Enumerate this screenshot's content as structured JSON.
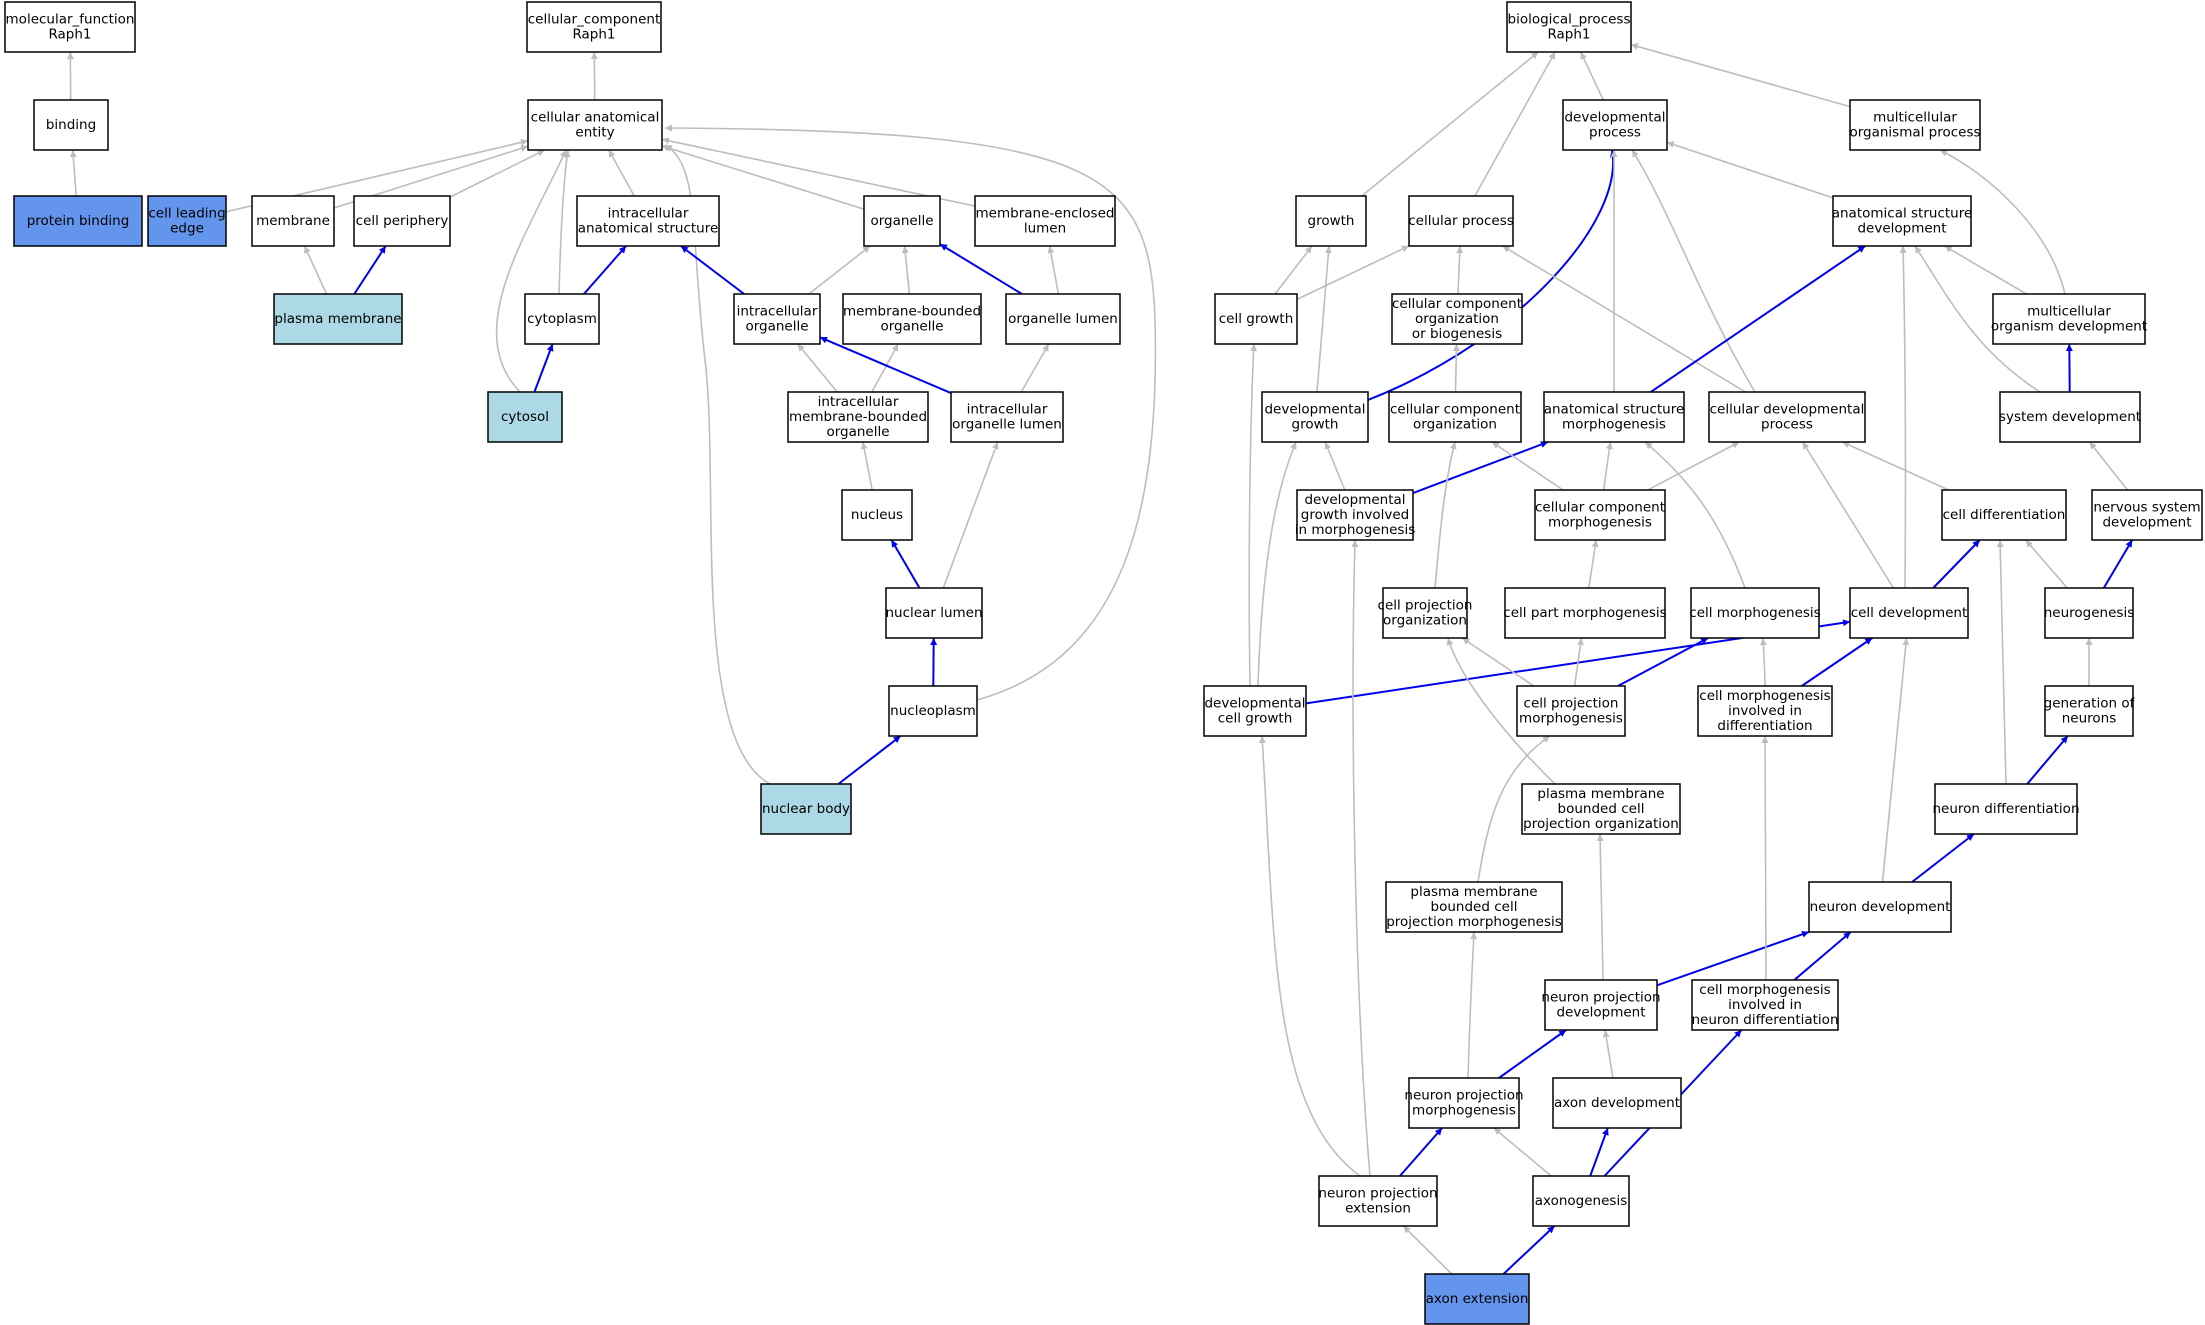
{
  "colors": {
    "default_fill": "#ffffff",
    "annotated_direct": "#6495ed",
    "annotated_cc": "#add8e6",
    "edge_is_a": "#bdbdbd",
    "edge_part_of": "#0000ee",
    "node_stroke": "#000000"
  },
  "nodes": [
    {
      "id": "mf_root",
      "lines": [
        "molecular_function",
        "Raph1"
      ],
      "fill": "default"
    },
    {
      "id": "binding",
      "lines": [
        "binding"
      ],
      "fill": "default"
    },
    {
      "id": "protein_binding",
      "lines": [
        "protein binding"
      ],
      "fill": "direct"
    },
    {
      "id": "cc_root",
      "lines": [
        "cellular_component",
        "Raph1"
      ],
      "fill": "default"
    },
    {
      "id": "cae",
      "lines": [
        "cellular anatomical",
        "entity"
      ],
      "fill": "default"
    },
    {
      "id": "cell_leading_edge",
      "lines": [
        "cell leading",
        "edge"
      ],
      "fill": "direct"
    },
    {
      "id": "membrane",
      "lines": [
        "membrane"
      ],
      "fill": "default"
    },
    {
      "id": "cell_periphery",
      "lines": [
        "cell periphery"
      ],
      "fill": "default"
    },
    {
      "id": "plasma_membrane",
      "lines": [
        "plasma membrane"
      ],
      "fill": "cc"
    },
    {
      "id": "ias",
      "lines": [
        "intracellular",
        "anatomical structure"
      ],
      "fill": "default"
    },
    {
      "id": "cytoplasm",
      "lines": [
        "cytoplasm"
      ],
      "fill": "default"
    },
    {
      "id": "cytosol",
      "lines": [
        "cytosol"
      ],
      "fill": "cc"
    },
    {
      "id": "organelle",
      "lines": [
        "organelle"
      ],
      "fill": "default"
    },
    {
      "id": "mel",
      "lines": [
        "membrane-enclosed",
        "lumen"
      ],
      "fill": "default"
    },
    {
      "id": "intra_org",
      "lines": [
        "intracellular",
        "organelle"
      ],
      "fill": "default"
    },
    {
      "id": "mbo",
      "lines": [
        "membrane-bounded",
        "organelle"
      ],
      "fill": "default"
    },
    {
      "id": "org_lumen",
      "lines": [
        "organelle lumen"
      ],
      "fill": "default"
    },
    {
      "id": "imbo",
      "lines": [
        "intracellular",
        "membrane-bounded",
        "organelle"
      ],
      "fill": "default"
    },
    {
      "id": "iol",
      "lines": [
        "intracellular",
        "organelle lumen"
      ],
      "fill": "default"
    },
    {
      "id": "nucleus",
      "lines": [
        "nucleus"
      ],
      "fill": "default"
    },
    {
      "id": "nuclear_lumen",
      "lines": [
        "nuclear lumen"
      ],
      "fill": "default"
    },
    {
      "id": "nucleoplasm",
      "lines": [
        "nucleoplasm"
      ],
      "fill": "default"
    },
    {
      "id": "nuclear_body",
      "lines": [
        "nuclear body"
      ],
      "fill": "cc"
    },
    {
      "id": "bp_root",
      "lines": [
        "biological_process",
        "Raph1"
      ],
      "fill": "default"
    },
    {
      "id": "dev_proc",
      "lines": [
        "developmental",
        "process"
      ],
      "fill": "default"
    },
    {
      "id": "mop",
      "lines": [
        "multicellular",
        "organismal process"
      ],
      "fill": "default"
    },
    {
      "id": "growth",
      "lines": [
        "growth"
      ],
      "fill": "default"
    },
    {
      "id": "cell_proc",
      "lines": [
        "cellular process"
      ],
      "fill": "default"
    },
    {
      "id": "asd",
      "lines": [
        "anatomical structure",
        "development"
      ],
      "fill": "default"
    },
    {
      "id": "cell_growth",
      "lines": [
        "cell growth"
      ],
      "fill": "default"
    },
    {
      "id": "ccob",
      "lines": [
        "cellular component",
        "organization",
        "or biogenesis"
      ],
      "fill": "default"
    },
    {
      "id": "mod",
      "lines": [
        "multicellular",
        "organism development"
      ],
      "fill": "default"
    },
    {
      "id": "dev_growth",
      "lines": [
        "developmental",
        "growth"
      ],
      "fill": "default"
    },
    {
      "id": "cco",
      "lines": [
        "cellular component",
        "organization"
      ],
      "fill": "default"
    },
    {
      "id": "asm",
      "lines": [
        "anatomical structure",
        "morphogenesis"
      ],
      "fill": "default"
    },
    {
      "id": "cdp",
      "lines": [
        "cellular developmental",
        "process"
      ],
      "fill": "default"
    },
    {
      "id": "sys_dev",
      "lines": [
        "system development"
      ],
      "fill": "default"
    },
    {
      "id": "dgim",
      "lines": [
        "developmental",
        "growth involved",
        "in morphogenesis"
      ],
      "fill": "default"
    },
    {
      "id": "ccm",
      "lines": [
        "cellular component",
        "morphogenesis"
      ],
      "fill": "default"
    },
    {
      "id": "cell_diff",
      "lines": [
        "cell differentiation"
      ],
      "fill": "default"
    },
    {
      "id": "nsd",
      "lines": [
        "nervous system",
        "development"
      ],
      "fill": "default"
    },
    {
      "id": "cpo",
      "lines": [
        "cell projection",
        "organization"
      ],
      "fill": "default"
    },
    {
      "id": "cpm",
      "lines": [
        "cell part morphogenesis"
      ],
      "fill": "default"
    },
    {
      "id": "cell_morph",
      "lines": [
        "cell morphogenesis"
      ],
      "fill": "default"
    },
    {
      "id": "cell_dev",
      "lines": [
        "cell development"
      ],
      "fill": "default"
    },
    {
      "id": "neurogenesis",
      "lines": [
        "neurogenesis"
      ],
      "fill": "default"
    },
    {
      "id": "dcg",
      "lines": [
        "developmental",
        "cell growth"
      ],
      "fill": "default"
    },
    {
      "id": "cproj_morph",
      "lines": [
        "cell projection",
        "morphogenesis"
      ],
      "fill": "default"
    },
    {
      "id": "cmid",
      "lines": [
        "cell morphogenesis",
        "involved in",
        "differentiation"
      ],
      "fill": "default"
    },
    {
      "id": "gon",
      "lines": [
        "generation of",
        "neurons"
      ],
      "fill": "default"
    },
    {
      "id": "pmbcpo",
      "lines": [
        "plasma membrane",
        "bounded cell",
        "projection organization"
      ],
      "fill": "default"
    },
    {
      "id": "neuron_diff",
      "lines": [
        "neuron differentiation"
      ],
      "fill": "default"
    },
    {
      "id": "pmbcpm",
      "lines": [
        "plasma membrane",
        "bounded cell",
        "projection morphogenesis"
      ],
      "fill": "default"
    },
    {
      "id": "neuron_dev",
      "lines": [
        "neuron development"
      ],
      "fill": "default"
    },
    {
      "id": "npd",
      "lines": [
        "neuron projection",
        "development"
      ],
      "fill": "default"
    },
    {
      "id": "cmind",
      "lines": [
        "cell morphogenesis",
        "involved in",
        "neuron differentiation"
      ],
      "fill": "default"
    },
    {
      "id": "npm",
      "lines": [
        "neuron projection",
        "morphogenesis"
      ],
      "fill": "default"
    },
    {
      "id": "axon_dev",
      "lines": [
        "axon development"
      ],
      "fill": "default"
    },
    {
      "id": "npe",
      "lines": [
        "neuron projection",
        "extension"
      ],
      "fill": "default"
    },
    {
      "id": "axonogenesis",
      "lines": [
        "axonogenesis"
      ],
      "fill": "default"
    },
    {
      "id": "axon_ext",
      "lines": [
        "axon extension"
      ],
      "fill": "direct"
    }
  ],
  "edges": [
    {
      "from": "binding",
      "to": "mf_root",
      "kind": "is_a"
    },
    {
      "from": "protein_binding",
      "to": "binding",
      "kind": "is_a"
    },
    {
      "from": "cae",
      "to": "cc_root",
      "kind": "is_a"
    },
    {
      "from": "cell_leading_edge",
      "to": "cae",
      "kind": "is_a"
    },
    {
      "from": "membrane",
      "to": "cae",
      "kind": "is_a"
    },
    {
      "from": "cell_periphery",
      "to": "cae",
      "kind": "is_a"
    },
    {
      "from": "ias",
      "to": "cae",
      "kind": "is_a"
    },
    {
      "from": "organelle",
      "to": "cae",
      "kind": "is_a"
    },
    {
      "from": "mel",
      "to": "cae",
      "kind": "is_a"
    },
    {
      "from": "cytoplasm",
      "to": "cae",
      "kind": "is_a"
    },
    {
      "from": "cytosol",
      "to": "cae",
      "kind": "is_a"
    },
    {
      "from": "nuclear_body",
      "to": "cae",
      "kind": "is_a"
    },
    {
      "from": "nucleoplasm",
      "to": "cae",
      "kind": "is_a"
    },
    {
      "from": "plasma_membrane",
      "to": "membrane",
      "kind": "is_a"
    },
    {
      "from": "plasma_membrane",
      "to": "cell_periphery",
      "kind": "part_of"
    },
    {
      "from": "cytoplasm",
      "to": "ias",
      "kind": "part_of"
    },
    {
      "from": "cytosol",
      "to": "cytoplasm",
      "kind": "part_of"
    },
    {
      "from": "intra_org",
      "to": "ias",
      "kind": "part_of"
    },
    {
      "from": "intra_org",
      "to": "organelle",
      "kind": "is_a"
    },
    {
      "from": "mbo",
      "to": "organelle",
      "kind": "is_a"
    },
    {
      "from": "org_lumen",
      "to": "organelle",
      "kind": "part_of"
    },
    {
      "from": "org_lumen",
      "to": "mel",
      "kind": "is_a"
    },
    {
      "from": "imbo",
      "to": "intra_org",
      "kind": "is_a"
    },
    {
      "from": "imbo",
      "to": "mbo",
      "kind": "is_a"
    },
    {
      "from": "iol",
      "to": "intra_org",
      "kind": "part_of"
    },
    {
      "from": "iol",
      "to": "org_lumen",
      "kind": "is_a"
    },
    {
      "from": "nucleus",
      "to": "imbo",
      "kind": "is_a"
    },
    {
      "from": "nuclear_lumen",
      "to": "nucleus",
      "kind": "part_of"
    },
    {
      "from": "nuclear_lumen",
      "to": "iol",
      "kind": "is_a"
    },
    {
      "from": "nucleoplasm",
      "to": "nuclear_lumen",
      "kind": "part_of"
    },
    {
      "from": "nuclear_body",
      "to": "nucleoplasm",
      "kind": "part_of"
    },
    {
      "from": "dev_proc",
      "to": "bp_root",
      "kind": "is_a"
    },
    {
      "from": "mop",
      "to": "bp_root",
      "kind": "is_a"
    },
    {
      "from": "growth",
      "to": "bp_root",
      "kind": "is_a"
    },
    {
      "from": "cell_proc",
      "to": "bp_root",
      "kind": "is_a"
    },
    {
      "from": "asd",
      "to": "dev_proc",
      "kind": "is_a"
    },
    {
      "from": "dev_growth",
      "to": "dev_proc",
      "kind": "part_of"
    },
    {
      "from": "asm",
      "to": "dev_proc",
      "kind": "is_a"
    },
    {
      "from": "cdp",
      "to": "dev_proc",
      "kind": "is_a"
    },
    {
      "from": "cell_growth",
      "to": "growth",
      "kind": "is_a"
    },
    {
      "from": "cell_growth",
      "to": "cell_proc",
      "kind": "is_a"
    },
    {
      "from": "dev_growth",
      "to": "growth",
      "kind": "is_a"
    },
    {
      "from": "ccob",
      "to": "cell_proc",
      "kind": "is_a"
    },
    {
      "from": "cdp",
      "to": "cell_proc",
      "kind": "is_a"
    },
    {
      "from": "cco",
      "to": "ccob",
      "kind": "is_a"
    },
    {
      "from": "mod",
      "to": "mop",
      "kind": "is_a"
    },
    {
      "from": "mod",
      "to": "asd",
      "kind": "is_a"
    },
    {
      "from": "sys_dev",
      "to": "asd",
      "kind": "is_a"
    },
    {
      "from": "sys_dev",
      "to": "mod",
      "kind": "part_of"
    },
    {
      "from": "asm",
      "to": "asd",
      "kind": "part_of"
    },
    {
      "from": "cell_dev",
      "to": "asd",
      "kind": "is_a"
    },
    {
      "from": "dgim",
      "to": "dev_growth",
      "kind": "is_a"
    },
    {
      "from": "dgim",
      "to": "asm",
      "kind": "part_of"
    },
    {
      "from": "ccm",
      "to": "cco",
      "kind": "is_a"
    },
    {
      "from": "ccm",
      "to": "asm",
      "kind": "is_a"
    },
    {
      "from": "ccm",
      "to": "cdp",
      "kind": "is_a"
    },
    {
      "from": "cell_diff",
      "to": "cdp",
      "kind": "is_a"
    },
    {
      "from": "cell_dev",
      "to": "cdp",
      "kind": "is_a"
    },
    {
      "from": "cell_dev",
      "to": "cell_diff",
      "kind": "part_of"
    },
    {
      "from": "nsd",
      "to": "sys_dev",
      "kind": "is_a"
    },
    {
      "from": "cpo",
      "to": "cco",
      "kind": "is_a"
    },
    {
      "from": "cpm",
      "to": "ccm",
      "kind": "is_a"
    },
    {
      "from": "cell_morph",
      "to": "asm",
      "kind": "is_a"
    },
    {
      "from": "neurogenesis",
      "to": "nsd",
      "kind": "part_of"
    },
    {
      "from": "neurogenesis",
      "to": "cell_diff",
      "kind": "is_a"
    },
    {
      "from": "dcg",
      "to": "cell_growth",
      "kind": "is_a"
    },
    {
      "from": "dcg",
      "to": "dev_growth",
      "kind": "is_a"
    },
    {
      "from": "dcg",
      "to": "cell_dev",
      "kind": "part_of"
    },
    {
      "from": "cproj_morph",
      "to": "cpo",
      "kind": "is_a"
    },
    {
      "from": "cproj_morph",
      "to": "cpm",
      "kind": "is_a"
    },
    {
      "from": "cproj_morph",
      "to": "cell_morph",
      "kind": "part_of"
    },
    {
      "from": "cmid",
      "to": "cell_morph",
      "kind": "is_a"
    },
    {
      "from": "cmid",
      "to": "cell_dev",
      "kind": "part_of"
    },
    {
      "from": "gon",
      "to": "neurogenesis",
      "kind": "is_a"
    },
    {
      "from": "pmbcpo",
      "to": "cpo",
      "kind": "is_a"
    },
    {
      "from": "neuron_diff",
      "to": "cell_diff",
      "kind": "is_a"
    },
    {
      "from": "neuron_diff",
      "to": "gon",
      "kind": "part_of"
    },
    {
      "from": "pmbcpm",
      "to": "cproj_morph",
      "kind": "is_a"
    },
    {
      "from": "neuron_dev",
      "to": "cell_dev",
      "kind": "is_a"
    },
    {
      "from": "neuron_dev",
      "to": "neuron_diff",
      "kind": "part_of"
    },
    {
      "from": "npd",
      "to": "neuron_dev",
      "kind": "part_of"
    },
    {
      "from": "npd",
      "to": "pmbcpo",
      "kind": "is_a"
    },
    {
      "from": "cmind",
      "to": "cmid",
      "kind": "is_a"
    },
    {
      "from": "cmind",
      "to": "neuron_dev",
      "kind": "part_of"
    },
    {
      "from": "npm",
      "to": "npd",
      "kind": "part_of"
    },
    {
      "from": "npm",
      "to": "pmbcpm",
      "kind": "is_a"
    },
    {
      "from": "axon_dev",
      "to": "npd",
      "kind": "is_a"
    },
    {
      "from": "npe",
      "to": "npm",
      "kind": "part_of"
    },
    {
      "from": "npe",
      "to": "dcg",
      "kind": "is_a"
    },
    {
      "from": "npe",
      "to": "dgim",
      "kind": "is_a"
    },
    {
      "from": "axonogenesis",
      "to": "npm",
      "kind": "is_a"
    },
    {
      "from": "axonogenesis",
      "to": "axon_dev",
      "kind": "part_of"
    },
    {
      "from": "axonogenesis",
      "to": "cmind",
      "kind": "part_of"
    },
    {
      "from": "axon_ext",
      "to": "npe",
      "kind": "is_a"
    },
    {
      "from": "axon_ext",
      "to": "axonogenesis",
      "kind": "part_of"
    }
  ]
}
